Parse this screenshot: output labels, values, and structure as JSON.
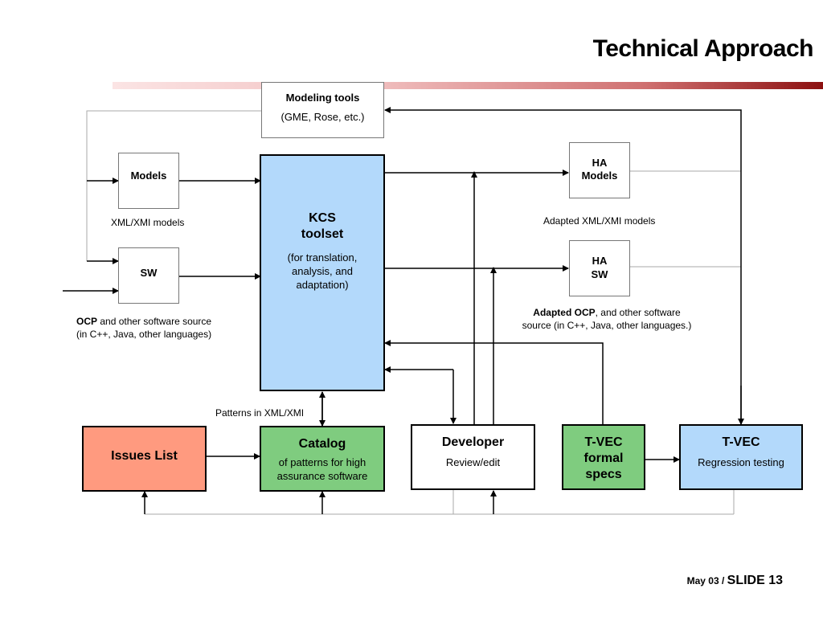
{
  "title": "Technical Approach",
  "boxes": {
    "modeling_tools": {
      "title": "Modeling tools",
      "sub": "(GME, Rose, etc.)"
    },
    "models": {
      "title": "Models"
    },
    "sw": {
      "title": "SW"
    },
    "kcs": {
      "title_line1": "KCS",
      "title_line2": "toolset",
      "sub": "(for translation, analysis, and adaptation)"
    },
    "ha_models": {
      "line1": "HA",
      "line2": "Models"
    },
    "ha_sw": {
      "line1": "HA",
      "line2": "SW"
    },
    "issues_list": {
      "title": "Issues List"
    },
    "catalog": {
      "title": "Catalog",
      "sub": "of patterns for high assurance software"
    },
    "developer": {
      "title": "Developer",
      "sub": "Review/edit"
    },
    "tvec_formal": {
      "line1": "T-VEC",
      "line2": "formal",
      "line3": "specs"
    },
    "tvec_regression": {
      "title": "T-VEC",
      "sub": "Regression testing"
    }
  },
  "labels": {
    "xml_models": "XML/XMI models",
    "adapted_xml": "Adapted XML/XMI models",
    "ocp_bold": "OCP",
    "ocp_rest": " and other software source",
    "ocp_line2": "(in C++, Java, other languages)",
    "adapted_ocp_bold": "Adapted OCP",
    "adapted_ocp_rest": ", and other software",
    "adapted_ocp_line2": "source (in C++, Java, other languages.)",
    "patterns": "Patterns in XML/XMI"
  },
  "footer": {
    "date": "May 03",
    "sep": " / ",
    "slide": "SLIDE 13"
  },
  "colors": {
    "kcs_fill": "#b3d9fb",
    "issues_fill": "#ff9a7f",
    "catalog_fill": "#7fcc7f",
    "tvec_formal_fill": "#7fcc7f",
    "tvec_regression_fill": "#b3d9fb",
    "accent_rule": "#8c1010"
  }
}
